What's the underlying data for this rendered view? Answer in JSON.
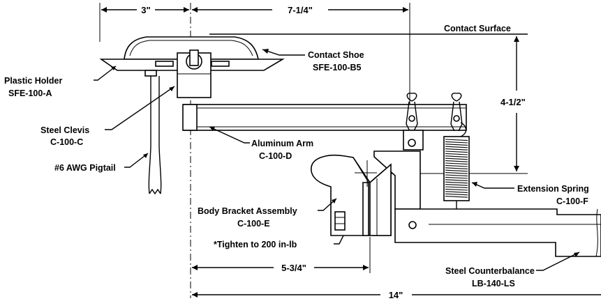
{
  "dimensions": {
    "d3": "3\"",
    "d7_1_4": "7-1/4\"",
    "d4_1_2": "4-1/2\"",
    "d5_3_4": "5-3/4\"",
    "d14": "14\""
  },
  "labels": {
    "contact_surface": "Contact Surface",
    "contact_shoe": "Contact Shoe",
    "contact_shoe_part": "SFE-100-B5",
    "plastic_holder": "Plastic Holder",
    "plastic_holder_part": "SFE-100-A",
    "steel_clevis": "Steel Clevis",
    "steel_clevis_part": "C-100-C",
    "aluminum_arm": "Aluminum Arm",
    "aluminum_arm_part": "C-100-D",
    "pigtail": "#6 AWG Pigtail",
    "extension_spring": "Extension Spring",
    "extension_spring_part": "C-100-F",
    "body_bracket": "Body Bracket Assembly",
    "body_bracket_part": "C-100-E",
    "tighten_note": "*Tighten to 200 in-lb",
    "counterbalance": "Steel Counterbalance",
    "counterbalance_part": "LB-140-LS"
  }
}
